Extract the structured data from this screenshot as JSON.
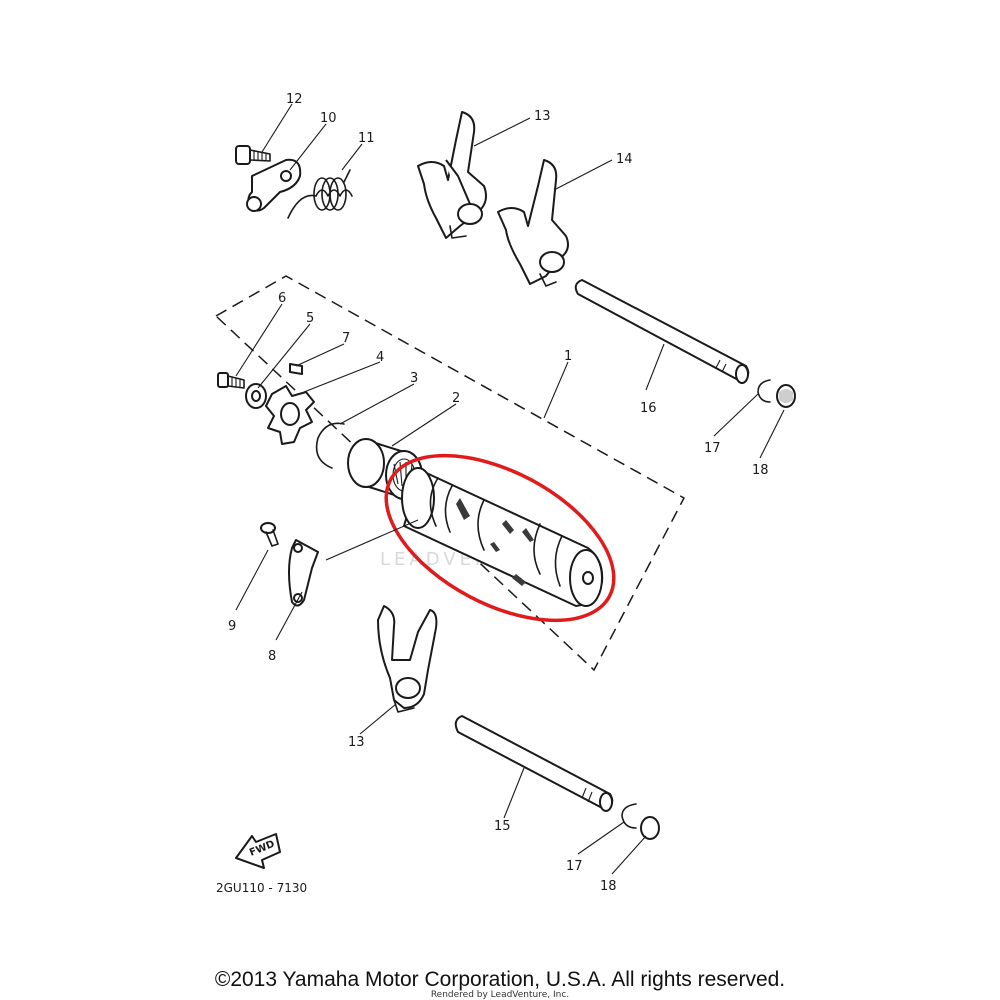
{
  "diagram": {
    "callouts": {
      "p1": "1",
      "p2": "2",
      "p3": "3",
      "p4": "4",
      "p5": "5",
      "p6": "6",
      "p7": "7",
      "p8": "8",
      "p9": "9",
      "p10": "10",
      "p11": "11",
      "p12": "12",
      "p13a": "13",
      "p13b": "13",
      "p14": "14",
      "p15": "15",
      "p16": "16",
      "p17a": "17",
      "p17b": "17",
      "p18a": "18",
      "p18b": "18"
    },
    "fwd_label": "FWD",
    "drawing_code": "2GU110 - 7130",
    "watermark": "LEADVENTURE",
    "highlight_color": "#e01b1b"
  },
  "footer": {
    "copyright": "©2013 Yamaha Motor Corporation, U.S.A. All rights reserved.",
    "rendered_by": "Rendered by LeadVenture, Inc."
  }
}
